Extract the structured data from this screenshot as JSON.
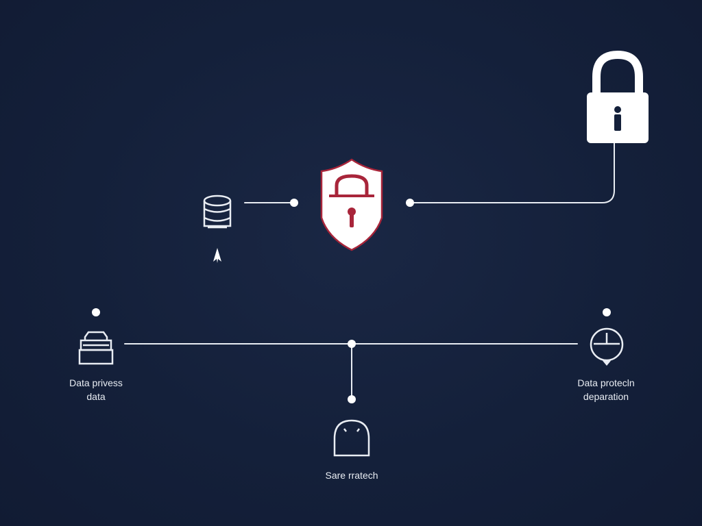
{
  "colors": {
    "background": "#14203a",
    "line": "#e9edf3",
    "shield_accent": "#a8253a",
    "lock_body": "#ffffff"
  },
  "nodes": [
    {
      "id": "database",
      "icon": "database-icon",
      "label": []
    },
    {
      "id": "shield",
      "icon": "shield-lock-icon",
      "label": []
    },
    {
      "id": "padlock",
      "icon": "padlock-icon",
      "label": []
    },
    {
      "id": "privacy",
      "icon": "printer-icon",
      "label": [
        "Data privess",
        "data"
      ]
    },
    {
      "id": "protection",
      "icon": "clock-icon",
      "label": [
        "Data protecln",
        "deparation"
      ]
    },
    {
      "id": "storage",
      "icon": "arch-icon",
      "label": [
        "Sare rratech"
      ]
    }
  ]
}
